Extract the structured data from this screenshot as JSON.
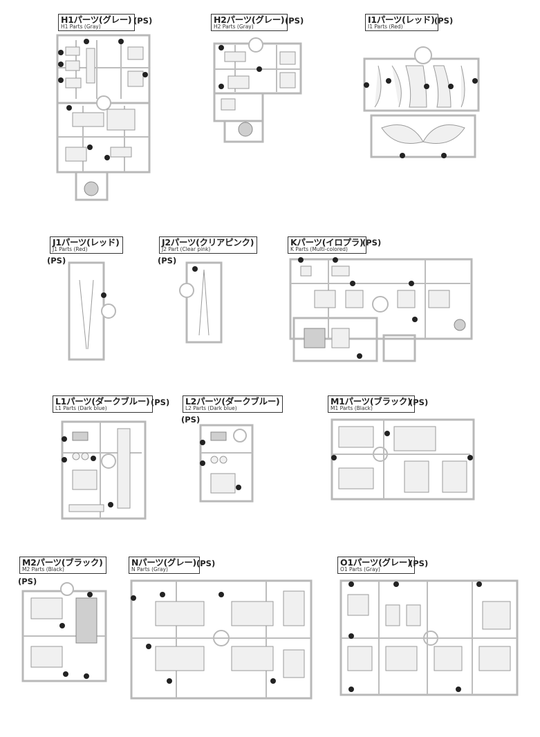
{
  "sheets": [
    {
      "key": "h1",
      "jp": "H1パーツ(グレー)",
      "en": "H1 Parts (Gray)",
      "ps": "(PS)"
    },
    {
      "key": "h2",
      "jp": "H2パーツ(グレー)",
      "en": "H2 Parts (Gray)",
      "ps": "(PS)"
    },
    {
      "key": "i1",
      "jp": "I1パーツ(レッド)",
      "en": "I1 Parts (Red)",
      "ps": "(PS)"
    },
    {
      "key": "j1",
      "jp": "J1パーツ(レッド)",
      "en": "J1 Parts (Red)",
      "ps": "(PS)"
    },
    {
      "key": "j2",
      "jp": "J2パーツ(クリアピンク)",
      "en": "J2 Part (Clear pink)",
      "ps": "(PS)"
    },
    {
      "key": "k",
      "jp": "Kパーツ(イロプラ)",
      "en": "K Parts (Multi-colored)",
      "ps": "(PS)"
    },
    {
      "key": "l1",
      "jp": "L1パーツ(ダークブルー)",
      "en": "L1 Parts (Dark blue)",
      "ps": "(PS)"
    },
    {
      "key": "l2",
      "jp": "L2パーツ(ダークブルー)",
      "en": "L2 Parts (Dark blue)",
      "ps": "(PS)"
    },
    {
      "key": "m1",
      "jp": "M1パーツ(ブラック)",
      "en": "M1 Parts (Black)",
      "ps": "(PS)"
    },
    {
      "key": "m2",
      "jp": "M2パーツ(ブラック)",
      "en": "M2 Parts (Black)",
      "ps": "(PS)"
    },
    {
      "key": "n",
      "jp": "Nパーツ(グレー)",
      "en": "N Parts (Gray)",
      "ps": "(PS)"
    },
    {
      "key": "o1",
      "jp": "O1パーツ(グレー)",
      "en": "O1 Parts (Gray)",
      "ps": "(PS)"
    }
  ],
  "colors": {
    "runner": "#b8b8b8",
    "part": "#f0f0f0",
    "label_border": "#333333"
  }
}
